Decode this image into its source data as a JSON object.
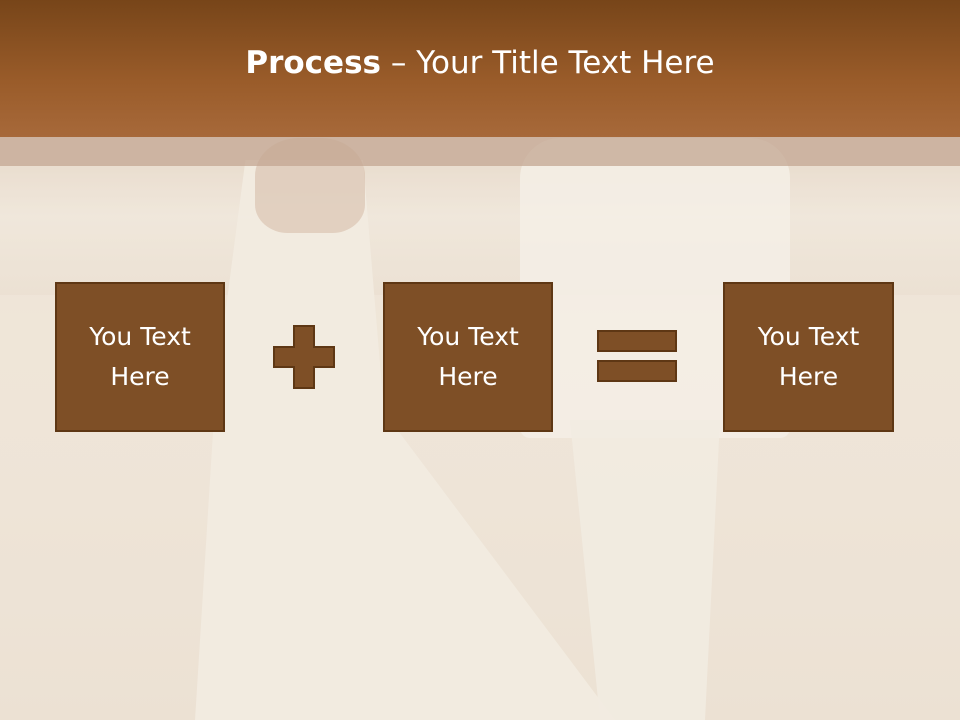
{
  "title": {
    "bold": "Process",
    "rest": " – Your Title Text Here"
  },
  "boxes": [
    {
      "label": "You Text\nHere"
    },
    {
      "label": "You Text\nHere"
    },
    {
      "label": "You Text\nHere"
    }
  ],
  "operators": [
    "plus-icon",
    "equals-icon"
  ],
  "colors": {
    "title_bar": "#9a5c2a",
    "box_fill": "#7e4f26",
    "box_border": "#5e3714"
  }
}
